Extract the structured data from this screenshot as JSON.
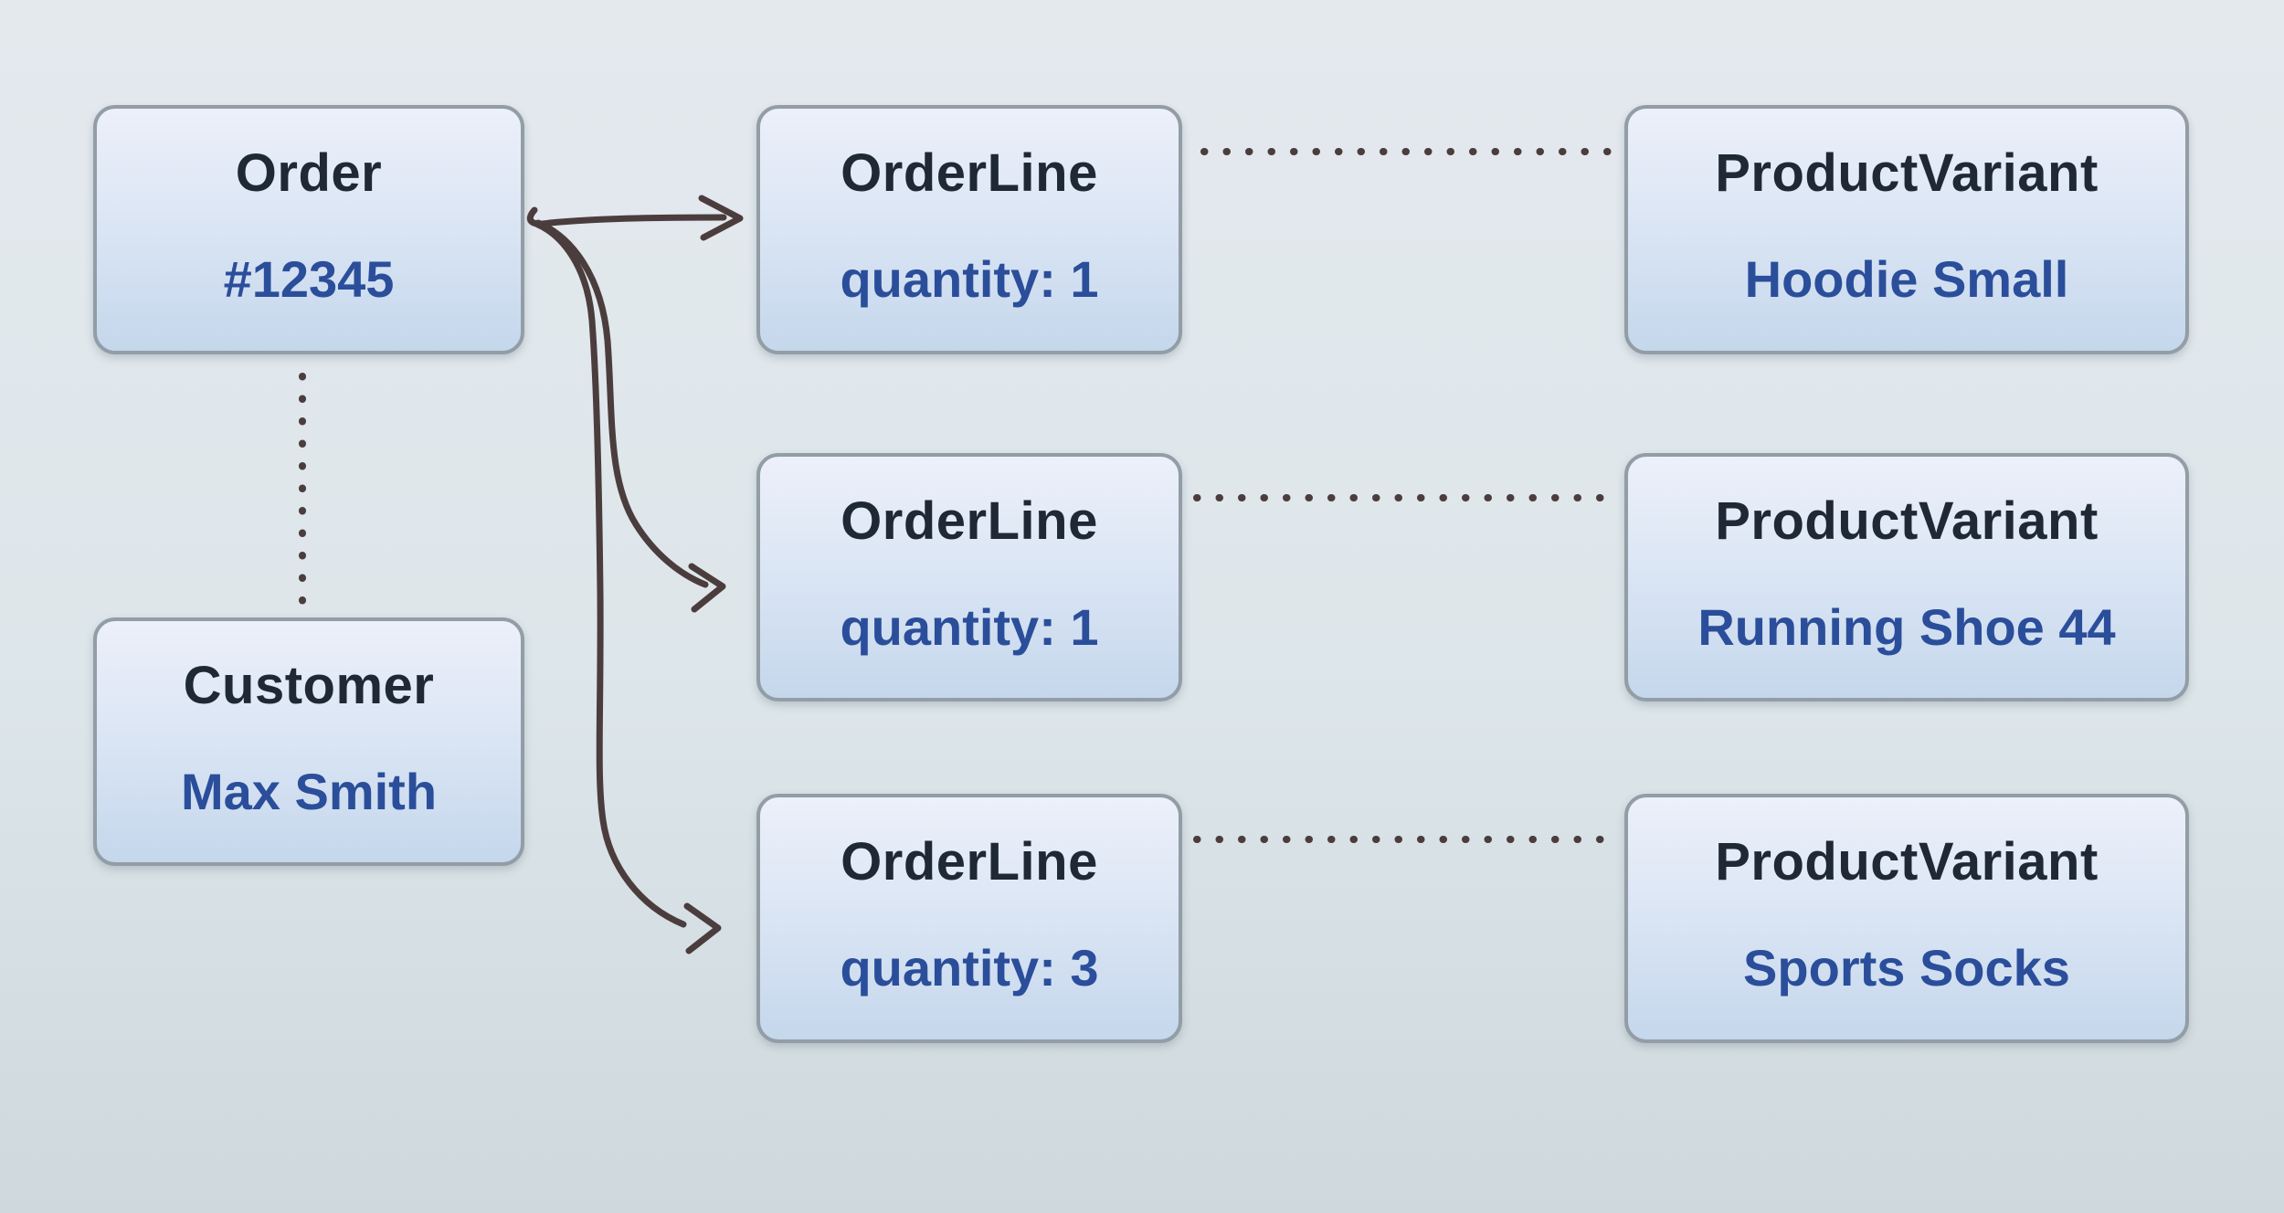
{
  "diagram": {
    "order": {
      "title": "Order",
      "value": "#12345"
    },
    "customer": {
      "title": "Customer",
      "value": "Max Smith"
    },
    "order_lines": [
      {
        "title": "OrderLine",
        "value": "quantity: 1"
      },
      {
        "title": "OrderLine",
        "value": "quantity: 1"
      },
      {
        "title": "OrderLine",
        "value": "quantity: 3"
      }
    ],
    "product_variants": [
      {
        "title": "ProductVariant",
        "value": "Hoodie Small"
      },
      {
        "title": "ProductVariant",
        "value": "Running Shoe 44"
      },
      {
        "title": "ProductVariant",
        "value": "Sports Socks"
      }
    ],
    "edges": [
      {
        "from": "Order",
        "to": "Customer",
        "style": "dotted"
      },
      {
        "from": "Order",
        "to": "OrderLine (quantity: 1)",
        "style": "arrow"
      },
      {
        "from": "Order",
        "to": "OrderLine (quantity: 1)",
        "style": "arrow"
      },
      {
        "from": "Order",
        "to": "OrderLine (quantity: 3)",
        "style": "arrow"
      },
      {
        "from": "OrderLine (quantity: 1)",
        "to": "ProductVariant Hoodie Small",
        "style": "dotted"
      },
      {
        "from": "OrderLine (quantity: 1)",
        "to": "ProductVariant Running Shoe 44",
        "style": "dotted"
      },
      {
        "from": "OrderLine (quantity: 3)",
        "to": "ProductVariant Sports Socks",
        "style": "dotted"
      }
    ]
  },
  "colors": {
    "background_top": "#e4e9ee",
    "background_mid": "#dde6ea",
    "background_bottom": "#cfd9dd",
    "node_fill_top": "#ecf0fa",
    "node_fill_mid": "#dde7f5",
    "node_fill_bottom": "#c5d7ec",
    "node_border": "#929da6",
    "title_color": "#1f2835",
    "value_color": "#2b4e9b",
    "connector_color": "#4b3d3d"
  }
}
